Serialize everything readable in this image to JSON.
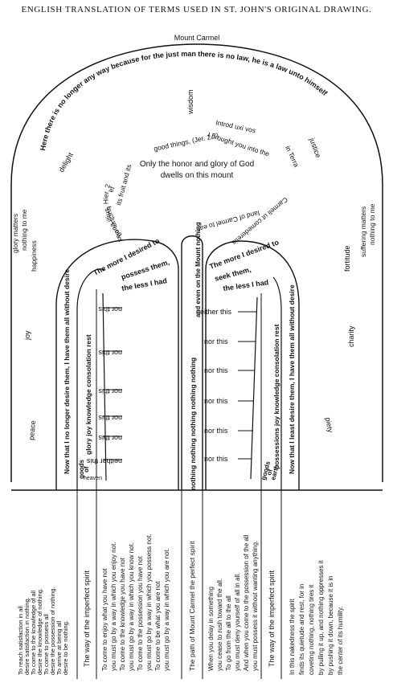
{
  "header": {
    "title": "ENGLISH TRANSLATION OF TERMS USED IN ST. JOHN'S ORIGINAL DRAWING."
  },
  "mount": {
    "name": "Mount Carmel",
    "top_arc": "Here there is no longer any way because for the just man there is no law, he is a law unto himself",
    "center_line1": "Only the honor and glory of God",
    "center_line2": "dwells on this mount",
    "wisdom": "wisdom",
    "delight": "delight",
    "justice": "justice",
    "fortitude": "fortitude",
    "charity": "charity",
    "piety": "piety",
    "joy": "joy",
    "peace": "peace",
    "happiness": "happiness",
    "glory_matters": "glory matters",
    "nothing_to_me_left": "nothing to me",
    "suffering_matters": "suffering matters",
    "nothing_to_me_right": "nothing to me",
    "latin": {
      "bona_illius": "bona illius, Hier. 2",
      "et": "et",
      "fructum_eius": "fructum eius",
      "introd": "Introd uxi vos",
      "in_terra": "in Terra",
      "carmeli": "Carmeli ut comederetis",
      "good_things": "good things, (Jer. 2,7)",
      "its_fruit": "its fruit and its",
      "i_brought": "I brought you into the",
      "land_of_carmel": "land of Carmel to eat"
    }
  },
  "left_path": {
    "arch_line1": "The more I desired to",
    "arch_line2": "possess them,",
    "arch_line3": "the less I had",
    "outer_text": "Now that I no longer desire them, I have them all without desire",
    "inner_text": "glory joy knowledge consolation rest",
    "goods_line1": "goods",
    "goods_line2": "of",
    "goods_line3": "heaven",
    "items": [
      "nor this",
      "nor this",
      "nor this",
      "nor this",
      "nor this",
      "neither this"
    ]
  },
  "center_path": {
    "vertical_text": "nothing nothing nothing nothing nothing",
    "cap_text": "and even on the Mount nothing"
  },
  "right_path": {
    "arch_line1": "The more I desired to",
    "arch_line2": "seek them,",
    "arch_line3": "the less I had",
    "outer_text": "Now that I least desire them, I have them all without desire",
    "inner_text": "possessions joy knowledge consolation rest",
    "goods_line1": "goods",
    "goods_line2": "of",
    "goods_line3": "earth",
    "items": [
      "neither this",
      "nor this",
      "nor this",
      "nor this",
      "nor this",
      "nor this"
    ]
  },
  "base": {
    "col1": [
      "To reach satisfaction in all",
      "desire satisfaction in nothing.",
      "To come to the knowledge of all",
      "desire the knowledge of nothing.",
      "To come to possess all",
      "desire the possession of nothing.",
      "To arrive at being all",
      "desire to be nothing."
    ],
    "col2_title": "The way of the imperfect spirit",
    "col3": [
      "To come to enjoy what you have not",
      "you must go by a way in which you enjoy not.",
      "To come to the knowledge you have not",
      "you must go by a way in which you know not.",
      "To come to the possession you have not",
      "you must go by a way in which you possess not.",
      "To come to be what you are not",
      "you must go by a way in which you are not."
    ],
    "col4_title": "The path of Mount Carmel the perfect spirit",
    "col5": [
      "When you delay in something",
      "you cease to rush toward the all.",
      "To go from the all to the all",
      "you must deny yourself of all in all.",
      "And when you come to the possession of the all",
      "you must possess it without wanting anything."
    ],
    "col6_title": "The way of the imperfect spirit",
    "col7": [
      "In this nakedness the spirit",
      "finds its quietude and rest, for in",
      "coveting nothing, nothing tires it",
      "by pulling it up, and nothing oppresses it",
      "by pushing it down, because it is in",
      "the center of its humility."
    ]
  }
}
